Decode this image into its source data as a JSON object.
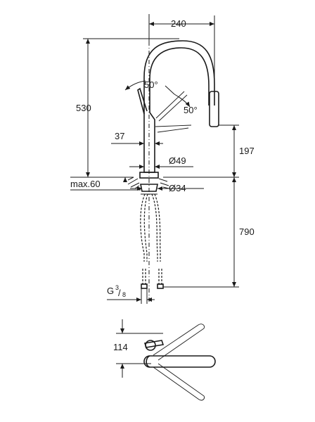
{
  "dimensions": {
    "spout_reach": "240",
    "total_height": "530",
    "swivel_left": "50°",
    "swivel_right": "50°",
    "offset": "37",
    "spray_height": "197",
    "body_diameter": "Ø49",
    "deck_thickness": "max.60",
    "hole_diameter": "Ø34",
    "hose_length": "790",
    "thread": "G",
    "thread_num": "3",
    "thread_den": "8",
    "depth": "114"
  }
}
